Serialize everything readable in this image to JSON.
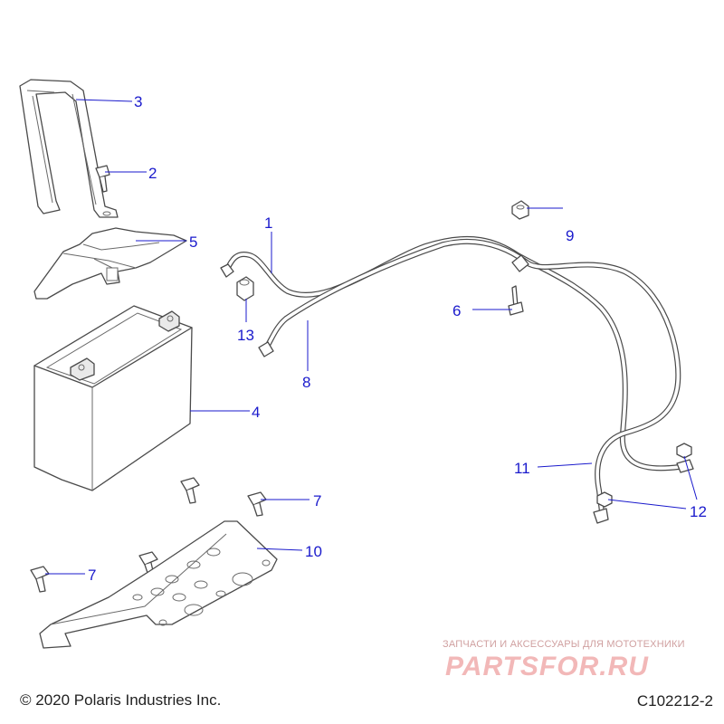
{
  "diagram": {
    "callouts": [
      {
        "id": "1",
        "label": "1"
      },
      {
        "id": "2",
        "label": "2"
      },
      {
        "id": "3",
        "label": "3"
      },
      {
        "id": "4",
        "label": "4"
      },
      {
        "id": "5",
        "label": "5"
      },
      {
        "id": "6",
        "label": "6"
      },
      {
        "id": "7a",
        "label": "7"
      },
      {
        "id": "7b",
        "label": "7"
      },
      {
        "id": "8",
        "label": "8"
      },
      {
        "id": "9",
        "label": "9"
      },
      {
        "id": "10",
        "label": "10"
      },
      {
        "id": "11",
        "label": "11"
      },
      {
        "id": "12",
        "label": "12"
      },
      {
        "id": "13",
        "label": "13"
      }
    ],
    "colors": {
      "callout": "#1a1acc",
      "line": "#4a4a4a",
      "watermark": "#f2b8b8"
    }
  },
  "footer": {
    "copyright": "© 2020 Polaris Industries Inc.",
    "drawing_number": "C102212-2"
  },
  "watermark": {
    "tagline": "ЗАПЧАСТИ И АКСЕССУАРЫ ДЛЯ МОТОТЕХНИКИ",
    "logo": "PARTSFOR.RU"
  }
}
